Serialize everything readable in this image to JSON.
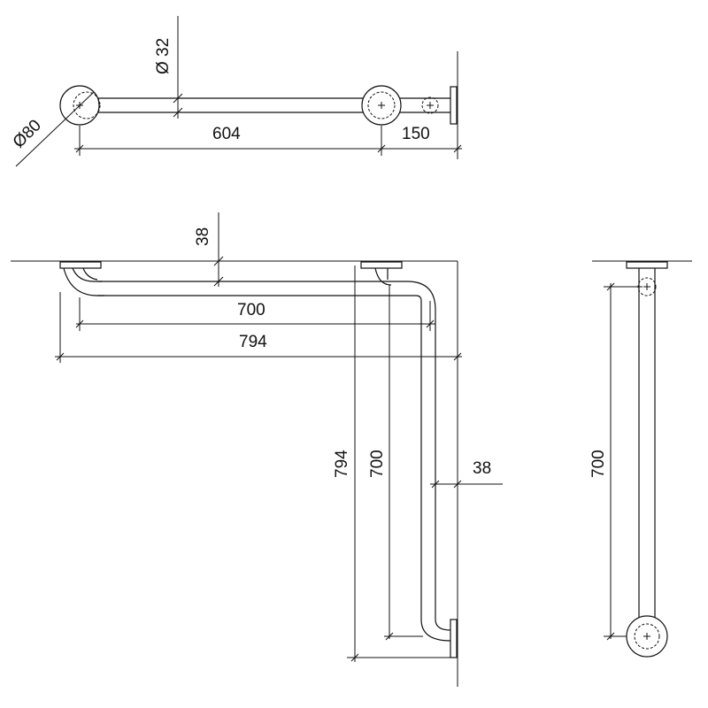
{
  "top_view": {
    "dia_flange": "Ø80",
    "dia_tube": "Ø 32",
    "len_span": "604",
    "len_end": "150"
  },
  "front_view": {
    "offset_top": "38",
    "h_inner": "700",
    "h_outer": "794",
    "v_outer": "794",
    "v_inner": "700",
    "offset_side": "38"
  },
  "side_view": {
    "height": "700"
  },
  "colors": {
    "line": "#111111",
    "background": "#ffffff"
  }
}
